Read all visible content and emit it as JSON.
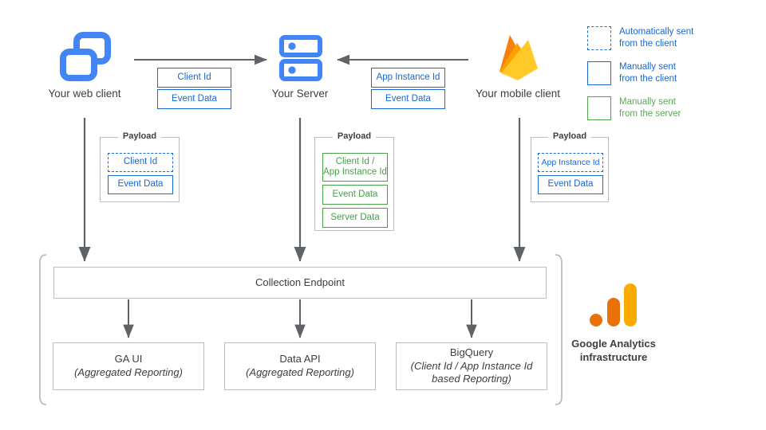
{
  "diagram": {
    "title": "Google Analytics data collection flow",
    "colors": {
      "blue": "#1967D2",
      "green": "#47A04A",
      "legend_green_text": "#5CA85C",
      "arrow": "#5f6368",
      "box_border": "#bdbdbd",
      "firebase_yellow": "#FFC24A",
      "firebase_orange": "#F4BD62",
      "firebase_amber": "#F6820D",
      "ga_orange": "#E8710A",
      "ga_yellow": "#F9AB00"
    }
  },
  "nodes": {
    "web_client": {
      "label": "Your web client",
      "icon": "web-client-icon"
    },
    "server": {
      "label": "Your Server",
      "icon": "server-icon"
    },
    "mobile_client": {
      "label": "Your mobile client",
      "icon": "firebase-icon"
    }
  },
  "transfers": {
    "web_to_server": {
      "chips": [
        "Client Id",
        "Event Data"
      ],
      "direction": "right"
    },
    "mobile_to_server": {
      "chips": [
        "App Instance Id",
        "Event Data"
      ],
      "direction": "left"
    }
  },
  "payloads": {
    "web": {
      "title": "Payload",
      "items": [
        {
          "label": "Client Id",
          "style": "dashed-blue"
        },
        {
          "label": "Event Data",
          "style": "solid-blue"
        }
      ]
    },
    "server": {
      "title": "Payload",
      "items": [
        {
          "label": "Client Id /\nApp Instance Id",
          "line1": "Client Id /",
          "line2": "App Instance Id",
          "style": "solid-green"
        },
        {
          "label": "Event Data",
          "style": "solid-green"
        },
        {
          "label": "Server Data",
          "style": "solid-green"
        }
      ]
    },
    "mobile": {
      "title": "Payload",
      "items": [
        {
          "label": "App Instance Id",
          "style": "dashed-blue"
        },
        {
          "label": "Event Data",
          "style": "solid-blue"
        }
      ]
    }
  },
  "infrastructure": {
    "collection_endpoint": {
      "label": "Collection Endpoint"
    },
    "outputs": [
      {
        "title": "GA UI",
        "subtitle": "(Aggregated Reporting)"
      },
      {
        "title": "Data API",
        "subtitle": "(Aggregated Reporting)"
      },
      {
        "title": "BigQuery",
        "subtitle": "(Client Id / App Instance Id",
        "subtitle2": "based Reporting)"
      }
    ],
    "caption_line1": "Google Analytics",
    "caption_line2": "infrastructure",
    "logo": "google-analytics-logo"
  },
  "legend": {
    "items": [
      {
        "style": "dashed-blue",
        "line1": "Automatically sent",
        "line2": "from the client"
      },
      {
        "style": "solid-blue",
        "line1": "Manually sent",
        "line2": "from the client"
      },
      {
        "style": "solid-green",
        "line1": "Manually sent",
        "line2": "from the server"
      }
    ]
  }
}
